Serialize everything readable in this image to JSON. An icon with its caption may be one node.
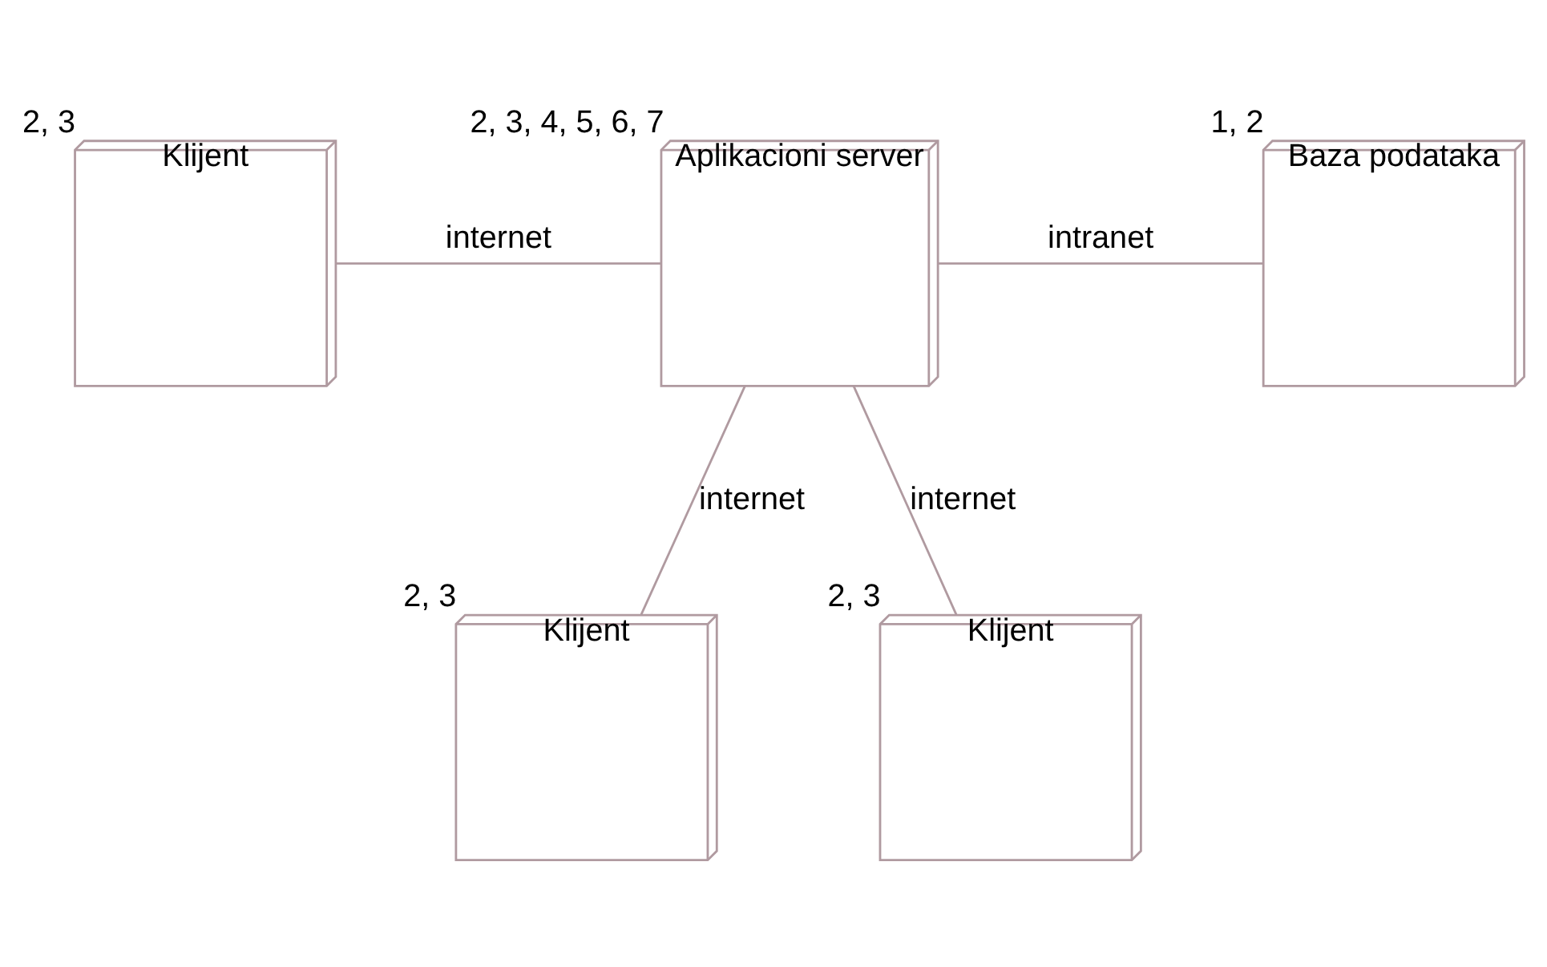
{
  "diagram": {
    "nodes": [
      {
        "text": [
          "Klijent"
        ],
        "beside": [
          "2, 3"
        ]
      },
      {
        "text": [
          "Aplikacioni server"
        ],
        "beside": [
          "2, 3, 4, 5, 6, 7"
        ]
      },
      {
        "text": [
          "Baza podataka"
        ],
        "beside": [
          "1, 2"
        ]
      },
      {
        "text": [
          "Klijent"
        ],
        "beside": [
          "2, 3"
        ]
      },
      {
        "text": [
          "Klijent"
        ],
        "beside": [
          "2, 3"
        ]
      }
    ],
    "edges": [
      {
        "from": 0,
        "to": 1,
        "arrow": "none",
        "label": "internet"
      },
      {
        "from": 1,
        "to": 2,
        "arrow": "none",
        "label": "intranet"
      },
      {
        "from": 1,
        "to": 3,
        "arrow": "none",
        "label": "internet"
      },
      {
        "from": 1,
        "to": 4,
        "arrow": "none",
        "label": "internet"
      }
    ]
  }
}
